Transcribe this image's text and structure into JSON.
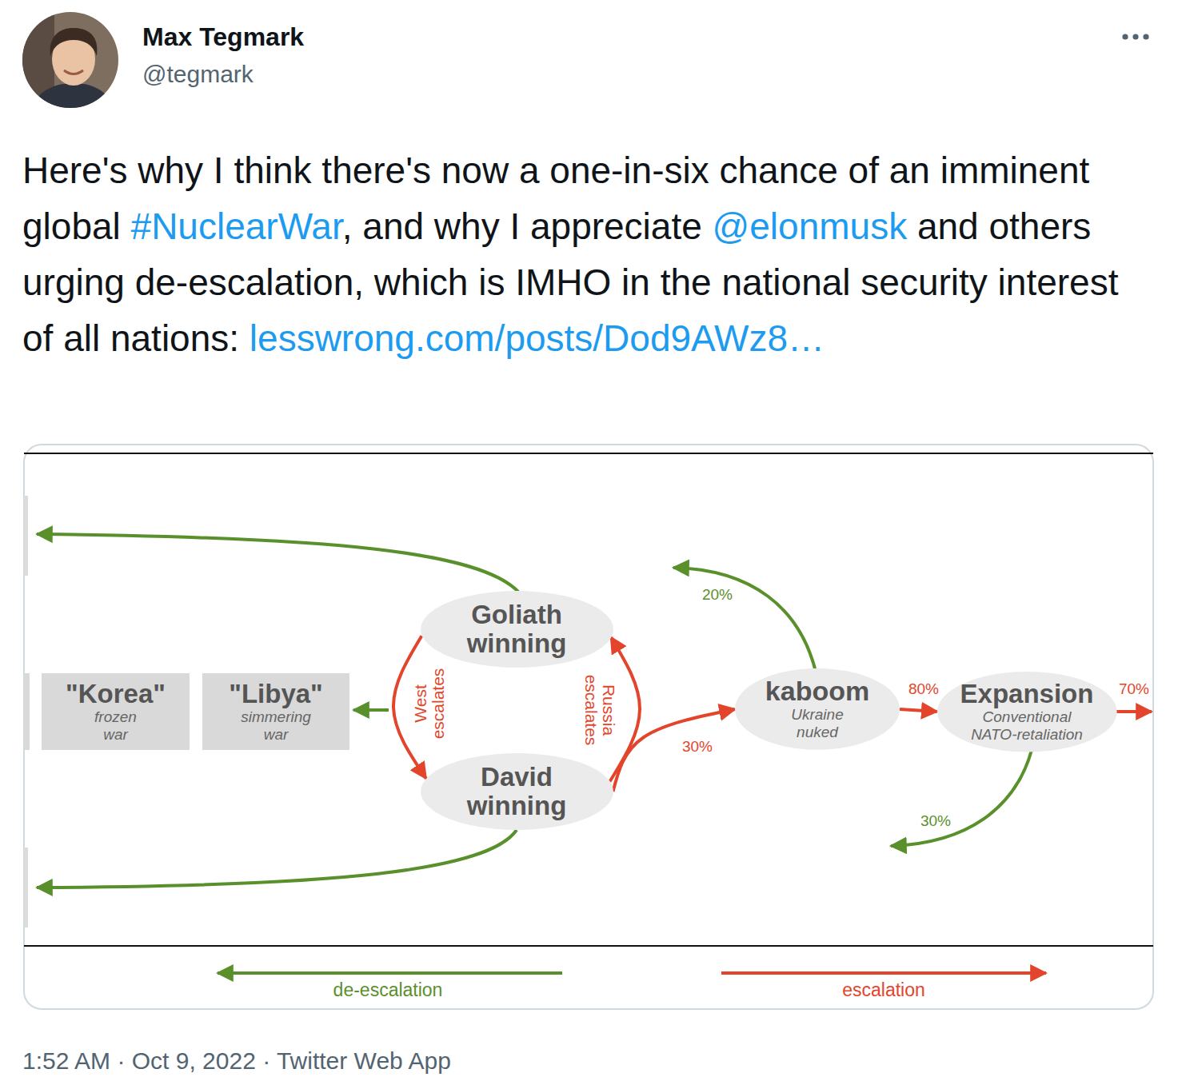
{
  "diagram": {
    "nodes": [
      {
        "text": [
          "\"Korea\"",
          "frozen war"
        ]
      },
      {
        "text": [
          "\"Libya\"",
          "simmering war"
        ]
      },
      {
        "text": [
          "Goliath winning"
        ]
      },
      {
        "text": [
          "David winning"
        ]
      },
      {
        "text": [
          "kaboom",
          "Ukraine nuked"
        ]
      },
      {
        "text": [
          "Expansion",
          "Conventional NATO-retaliation"
        ]
      }
    ],
    "edges": [
      {
        "from": 2,
        "to": 3,
        "label": "West escalates",
        "arrow": "to"
      },
      {
        "from": 3,
        "to": 2,
        "label": "Russia escalates",
        "arrow": "to"
      },
      {
        "from": 3,
        "to": 4,
        "label": "30%",
        "arrow": "to"
      },
      {
        "from": 4,
        "to": 5,
        "label": "80%",
        "arrow": "to"
      }
    ],
    "labels": [
      "Max Tegmark",
      "@tegmark",
      "Here's why I think there's now a one-in-six chance of an imminent global",
      "#NuclearWar",
      ", and why I appreciate",
      "@elonmusk",
      "and others urging de-escalation, which is IMHO in the national security interest of all nations:",
      "lesswrong.com/posts/Dod9AWz8…",
      "20%",
      "30%",
      "70%",
      "de-escalation",
      "escalation",
      "1:52 AM · Oct 9, 2022 · Twitter Web App"
    ]
  }
}
